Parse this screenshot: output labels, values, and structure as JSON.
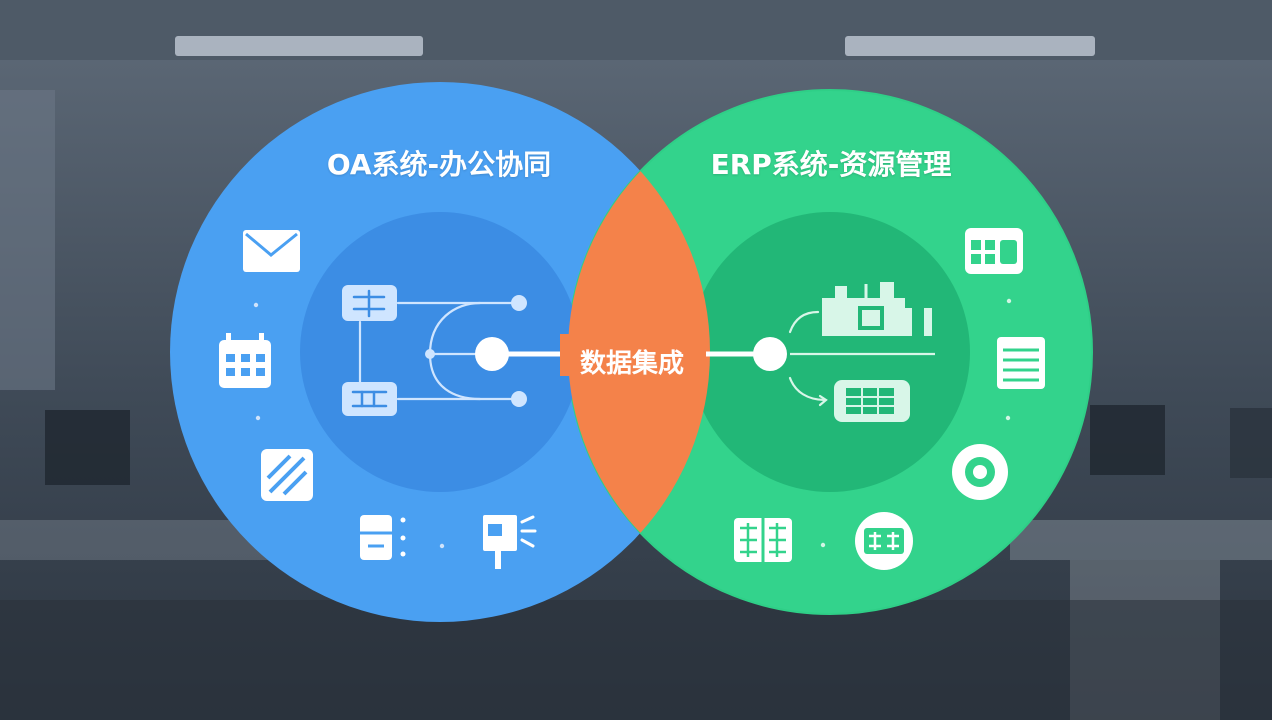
{
  "oa_circle": {
    "title": "OA系统-办公协同",
    "color": "#4aa0f2",
    "inner_color": "#3c8de4",
    "icons": [
      "mail-icon",
      "calendar-icon",
      "document-stripes-icon",
      "folder-cabinet-icon",
      "flag-icon"
    ],
    "flow_icons": [
      "form-card-icon",
      "report-card-icon"
    ]
  },
  "erp_circle": {
    "title": "ERP系统-资源管理",
    "color": "#33d38c",
    "inner_color": "#22b777",
    "icons": [
      "cash-register-icon",
      "list-icon",
      "target-icon",
      "ledger-book-icon",
      "id-card-icon"
    ],
    "flow_icons": [
      "factory-icon",
      "machine-icon"
    ]
  },
  "overlap": {
    "label": "数据集成",
    "color": "#f4824a"
  }
}
